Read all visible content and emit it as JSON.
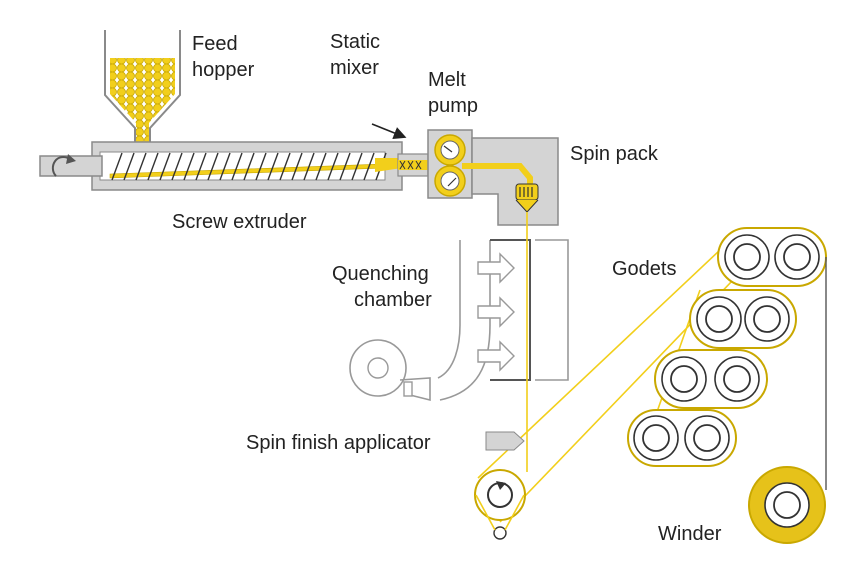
{
  "labels": {
    "feed_hopper_1": "Feed",
    "feed_hopper_2": "hopper",
    "static_mixer_1": "Static",
    "static_mixer_2": "mixer",
    "melt_pump_1": "Melt",
    "melt_pump_2": "pump",
    "spin_pack": "Spin pack",
    "screw_extruder": "Screw extruder",
    "quenching_1": "Quenching",
    "quenching_2": "chamber",
    "godets": "Godets",
    "spin_finish": "Spin finish applicator",
    "winder": "Winder"
  },
  "colors": {
    "polymer": "#F2CF1B",
    "polymer_dark": "#C9A800",
    "housing": "#D4D4D4",
    "housing_stroke": "#8A8A8A",
    "line": "#555555",
    "text": "#222222"
  },
  "icons": {
    "hopper": "hopper-icon",
    "extruder": "screw-extruder-icon",
    "pump": "gear-pump-icon",
    "roller": "rotation-arrow-icon",
    "winder": "winder-bobbin-icon"
  }
}
